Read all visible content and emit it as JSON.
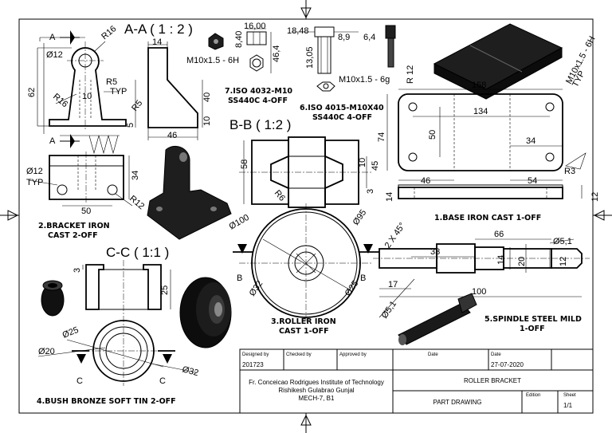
{
  "sheet": {
    "bracket": {
      "section_title": "A-A ( 1 : 2 )",
      "cut_label": "A",
      "dims": [
        "R16",
        "Ø12",
        "62",
        "R16",
        "10",
        "R5",
        "TYP",
        "14",
        "40",
        "R5",
        "5",
        "10",
        "46",
        "Ø12",
        "TYP",
        "34",
        "R12",
        "50"
      ],
      "part_label_line1": "2.BRACKET IRON",
      "part_label_line2": "CAST 2-OFF"
    },
    "nut": {
      "dims": [
        "16,00",
        "8,40",
        "46,4",
        "M10x1.5 - 6H"
      ],
      "part_label_line1": "7.ISO 4032-M10",
      "part_label_line2": "SS440C 4-OFF"
    },
    "bolt": {
      "dims": [
        "18,48",
        "8,9",
        "6,4",
        "13,05",
        "M10x1.5 - 6g"
      ],
      "part_label_line1": "6.ISO 4015-M10X40",
      "part_label_line2": "SS440C 4-OFF"
    },
    "base": {
      "dims": [
        "R 12",
        "158",
        "134",
        "50",
        "74",
        "34",
        "M10x1.5 - 6H",
        "TYP",
        "46",
        "54",
        "R3",
        "3",
        "14",
        "12"
      ],
      "part_label": "1.BASE IRON CAST 1-OFF"
    },
    "roller": {
      "section_title": "B-B ( 1:2 )",
      "cut_label": "B",
      "dims": [
        "58",
        "R6",
        "10",
        "45",
        "Ø100",
        "Ø95",
        "Ø32",
        "Ø25"
      ],
      "part_label_line1": "3.ROLLER IRON",
      "part_label_line2": "CAST 1-OFF"
    },
    "spindle": {
      "dims": [
        "2 X 45°",
        "66",
        "Ø5,1",
        "33",
        "14",
        "20",
        "12",
        "17",
        "100",
        "Ø5,1"
      ],
      "part_label_line1": "5.SPINDLE STEEL MILD",
      "part_label_line2": "1-OFF"
    },
    "bush": {
      "section_title": "C-C ( 1:1 )",
      "cut_label": "C",
      "dims": [
        "3",
        "25",
        "Ø25",
        "Ø20",
        "Ø32"
      ],
      "part_label": "4.BUSH BRONZE SOFT TIN 2-OFF"
    },
    "title_block": {
      "designed_by_label": "Designed by",
      "designed_by": "201723",
      "checked_by_label": "Checked by",
      "approved_by_label": "Approved by",
      "date_label": "Date",
      "date2_label": "Date",
      "date": "27-07-2020",
      "institute_line1": "Fr. Conceicao Rodrigues Institute of Technology",
      "institute_line2": "Rishikesh Gulabrao Gunjal",
      "institute_line3": "MECH-7, B1",
      "title": "ROLLER BRACKET",
      "subtitle": "PART DRAWING",
      "edition_label": "Edition",
      "sheet_label": "Sheet",
      "sheet_value": "1/1"
    }
  }
}
